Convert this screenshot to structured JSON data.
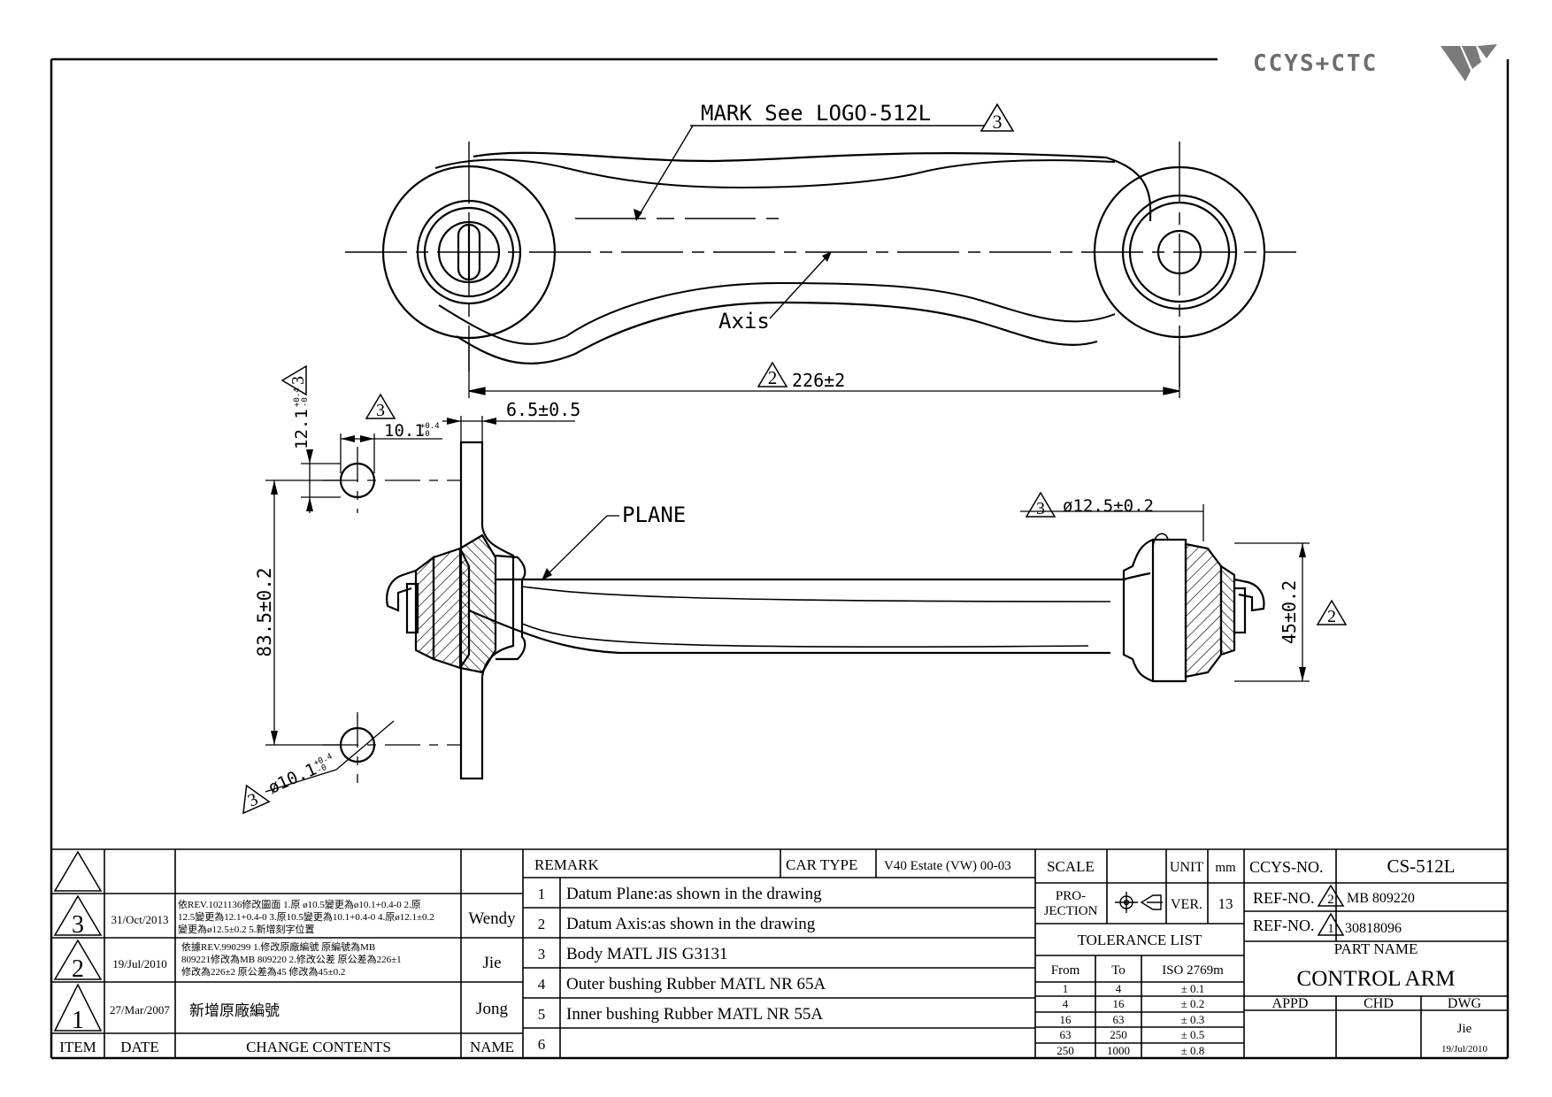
{
  "header": {
    "brand": "CCYS+CTC"
  },
  "drawing": {
    "mark_note": "MARK See LOGO-512L",
    "axis_label": "Axis",
    "plane_label": "PLANE",
    "dim_length": "226±2",
    "dim_offset": "6.5±0.5",
    "dim_slot_w": "10.1",
    "dim_slot_w_tol_plus": "+0.4",
    "dim_slot_w_tol_minus": "-0",
    "dim_slot_h": "12.1",
    "dim_slot_h_tol_plus": "+0.4",
    "dim_slot_h_tol_minus": "-0",
    "dim_hole_dia": "ø10.1",
    "dim_hole_tol_plus": "+0.4",
    "dim_hole_tol_minus": "-0",
    "dim_hole_spacing": "83.5±0.2",
    "dim_bush_dia": "ø12.5±0.2",
    "dim_bush_h": "45±0.2",
    "rev_tags": {
      "mark": "3",
      "length": "2",
      "slot_w": "3",
      "slot_h": "3",
      "hole": "3",
      "bush_dia": "3",
      "bush_h": "2"
    }
  },
  "revisions": [
    {
      "item": "3",
      "date": "31/Oct/2013",
      "line1": "依REV.1021136修改圖面 1.原 ø10.5變更為ø10.1+0.4-0 2.原",
      "line2": "12.5變更為12.1+0.4-0 3.原10.5變更為10.1+0.4-0 4.原ø12.1±0.2",
      "line3": "變更為ø12.5±0.2 5.新增刻字位置",
      "name": "Wendy"
    },
    {
      "item": "2",
      "date": "19/Jul/2010",
      "line1": "依據REV.990299 1.修改原廠編號 原編號為MB",
      "line2": "809221修改為MB 809220 2.修改公差 原公差為226±1",
      "line3": "修改為226±2 原公差為45 修改為45±0.2",
      "name": "Jie"
    },
    {
      "item": "1",
      "date": "27/Mar/2007",
      "line1": "新增原廠編號",
      "line2": "",
      "line3": "",
      "name": "Jong"
    }
  ],
  "rev_header": {
    "item": "ITEM",
    "date": "DATE",
    "contents": "CHANGE CONTENTS",
    "name": "NAME"
  },
  "remark": {
    "title": "REMARK",
    "car_type_label": "CAR TYPE",
    "car_type": "V40 Estate (VW) 00-03",
    "items": [
      {
        "no": "1",
        "text": "Datum Plane:as shown in the drawing"
      },
      {
        "no": "2",
        "text": "Datum Axis:as shown in the drawing"
      },
      {
        "no": "3",
        "text": "Body MATL JIS G3131"
      },
      {
        "no": "4",
        "text": "Outer bushing Rubber MATL NR 65A"
      },
      {
        "no": "5",
        "text": "Inner bushing Rubber MATL NR 55A"
      },
      {
        "no": "6",
        "text": ""
      }
    ]
  },
  "spec": {
    "scale_label": "SCALE",
    "scale_value": "",
    "unit_label": "UNIT",
    "unit": "mm",
    "projection_label_1": "PRO-",
    "projection_label_2": "JECTION",
    "ver_label": "VER.",
    "ver": "13",
    "tolerance_title": "TOLERANCE LIST",
    "tol_headers": [
      "From",
      "To",
      "ISO 2769m"
    ],
    "tol_rows": [
      [
        "1",
        "4",
        "± 0.1"
      ],
      [
        "4",
        "16",
        "± 0.2"
      ],
      [
        "16",
        "63",
        "± 0.3"
      ],
      [
        "63",
        "250",
        "± 0.5"
      ],
      [
        "250",
        "1000",
        "± 0.8"
      ]
    ]
  },
  "title_block": {
    "ccys_label": "CCYS-NO.",
    "ccys_no": "CS-512L",
    "ref1_label": "REF-NO.",
    "ref1_rev": "2",
    "ref1": "MB 809220",
    "ref2_label": "REF-NO.",
    "ref2_rev": "1",
    "ref2": "30818096",
    "part_name_label": "PART NAME",
    "part_name": "CONTROL ARM",
    "appd": "APPD",
    "chd": "CHD",
    "dwg": "DWG",
    "dwg_by": "Jie",
    "dwg_date": "19/Jul/2010"
  }
}
